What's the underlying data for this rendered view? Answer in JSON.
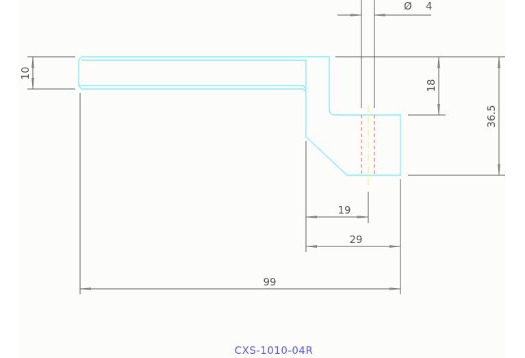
{
  "drawing": {
    "part_number": "CXS-1010-04R",
    "colors": {
      "background": "#fcfdfa",
      "profile": "#7ff0f5",
      "dimension": "#555555",
      "hidden_line": "#f05050",
      "centerline": "#f5f060",
      "part_number": "#5a5af0"
    },
    "dimensions": {
      "hole_diameter_symbol": "Ø",
      "hole_diameter": "4",
      "flange_thickness": "10",
      "step_height": "18",
      "total_height": "36.5",
      "hole_offset": "19",
      "base_width": "29",
      "overall_length": "99"
    }
  }
}
